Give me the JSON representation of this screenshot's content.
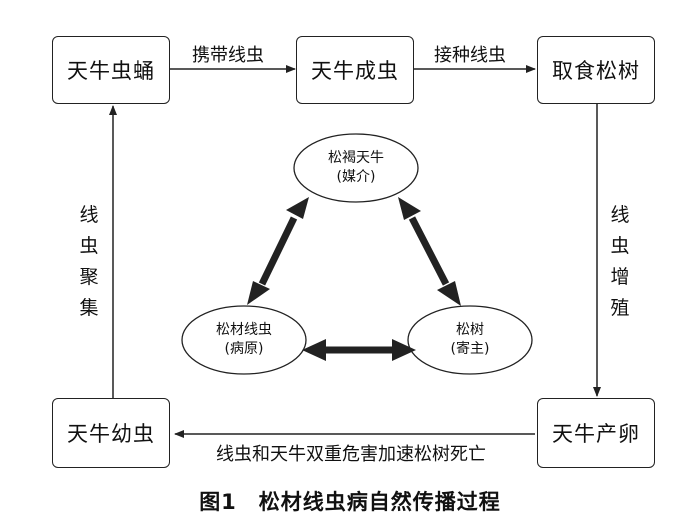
{
  "boxes": {
    "pupa": "天牛虫蛹",
    "adult": "天牛成虫",
    "feeding": "取食松树",
    "larva": "天牛幼虫",
    "egg": "天牛产卵"
  },
  "edges": {
    "carry": "携带线虫",
    "inoculate": "接种线虫",
    "multiply": "线虫增殖",
    "gather": "线虫聚集",
    "death": "线虫和天牛双重危害加速松树死亡"
  },
  "ellipses": {
    "vector": {
      "line1": "松褐天牛",
      "line2": "(媒介)"
    },
    "pathogen": {
      "line1": "松材线虫",
      "line2": "(病原)"
    },
    "host": {
      "line1": "松树",
      "line2": "(寄主)"
    }
  },
  "caption": "图1　松材线虫病自然传播过程"
}
